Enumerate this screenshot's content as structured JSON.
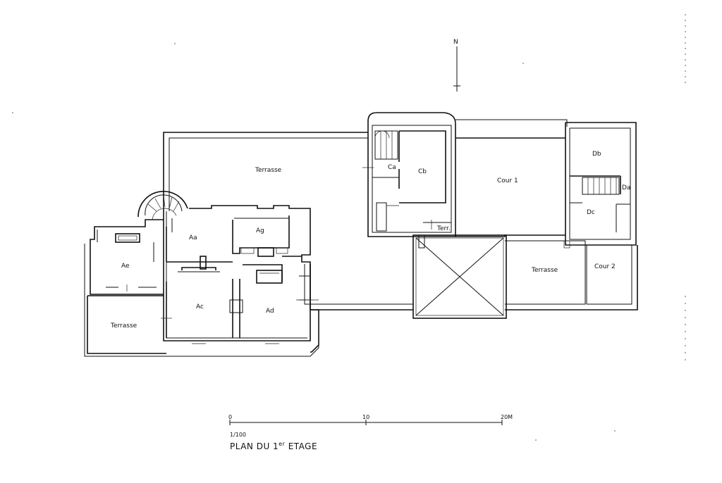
{
  "plan": {
    "north": "N",
    "rooms": {
      "terrasse_main": "Terrasse",
      "aa": "Aa",
      "ag": "Ag",
      "ae": "Ae",
      "ac": "Ac",
      "ad": "Ad",
      "terrasse_left": "Terrasse",
      "ca": "Ca",
      "cb": "Cb",
      "terr": "Terr.",
      "cour1": "Cour  1",
      "db": "Db",
      "da": "Da",
      "dc": "Dc",
      "terrasse_right": "Terrasse",
      "cour2": "Cour  2"
    },
    "scale": {
      "label_0": "0",
      "label_10": "10",
      "label_20": "20M",
      "ratio": "1/100"
    },
    "title": {
      "main": "PLAN DU 1",
      "superscript": "er",
      "suffix": " ETAGE"
    }
  }
}
